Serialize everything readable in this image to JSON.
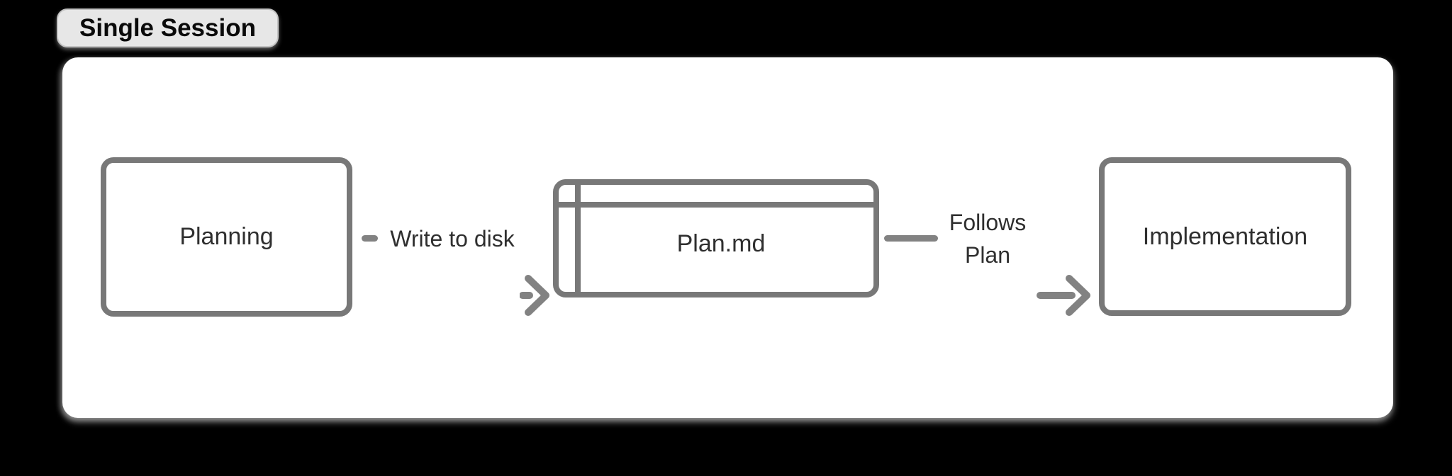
{
  "badge": {
    "label": "Single Session"
  },
  "diagram": {
    "nodes": [
      {
        "id": "planning",
        "label": "Planning",
        "shape": "rounded-rect"
      },
      {
        "id": "plan-md",
        "label": "Plan.md",
        "shape": "internal-storage"
      },
      {
        "id": "implementation",
        "label": "Implementation",
        "shape": "rounded-rect"
      }
    ],
    "edges": [
      {
        "from": "planning",
        "to": "plan-md",
        "label": "Write to disk"
      },
      {
        "from": "plan-md",
        "to": "implementation",
        "label": "Follows Plan",
        "label_lines": [
          "Follows",
          "Plan"
        ]
      }
    ],
    "colors": {
      "page_bg": "#000000",
      "container_bg": "#ffffff",
      "node_border": "#787878",
      "edge": "#828282",
      "label_text": "#2f2f2f",
      "badge_bg": "#e7e7e7",
      "badge_border": "#c3c3c3"
    }
  }
}
